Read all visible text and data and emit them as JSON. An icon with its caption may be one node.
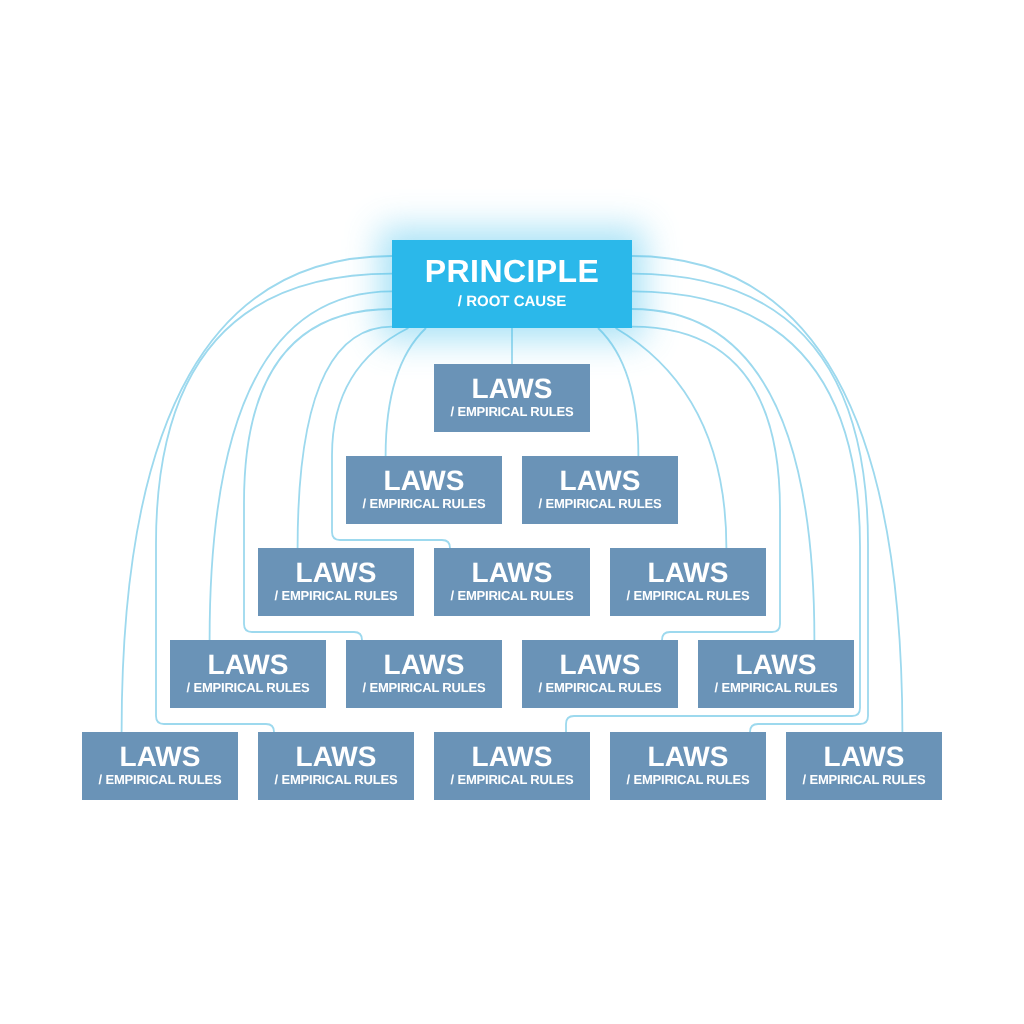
{
  "diagram": {
    "nodes": [
      {
        "text": [
          "PRINCIPLE",
          "/ ROOT CAUSE"
        ]
      },
      {
        "text": [
          "LAWS",
          "/ EMPIRICAL RULES"
        ]
      },
      {
        "text": [
          "LAWS",
          "/ EMPIRICAL RULES"
        ]
      },
      {
        "text": [
          "LAWS",
          "/ EMPIRICAL RULES"
        ]
      },
      {
        "text": [
          "LAWS",
          "/ EMPIRICAL RULES"
        ]
      },
      {
        "text": [
          "LAWS",
          "/ EMPIRICAL RULES"
        ]
      },
      {
        "text": [
          "LAWS",
          "/ EMPIRICAL RULES"
        ]
      },
      {
        "text": [
          "LAWS",
          "/ EMPIRICAL RULES"
        ]
      },
      {
        "text": [
          "LAWS",
          "/ EMPIRICAL RULES"
        ]
      },
      {
        "text": [
          "LAWS",
          "/ EMPIRICAL RULES"
        ]
      },
      {
        "text": [
          "LAWS",
          "/ EMPIRICAL RULES"
        ]
      },
      {
        "text": [
          "LAWS",
          "/ EMPIRICAL RULES"
        ]
      },
      {
        "text": [
          "LAWS",
          "/ EMPIRICAL RULES"
        ]
      },
      {
        "text": [
          "LAWS",
          "/ EMPIRICAL RULES"
        ]
      },
      {
        "text": [
          "LAWS",
          "/ EMPIRICAL RULES"
        ]
      },
      {
        "text": [
          "LAWS",
          "/ EMPIRICAL RULES"
        ]
      }
    ],
    "edges": [
      {
        "from": 0,
        "to": 1,
        "arrow": "none"
      },
      {
        "from": 0,
        "to": 2,
        "arrow": "none"
      },
      {
        "from": 0,
        "to": 3,
        "arrow": "none"
      },
      {
        "from": 0,
        "to": 4,
        "arrow": "none"
      },
      {
        "from": 0,
        "to": 5,
        "arrow": "none"
      },
      {
        "from": 0,
        "to": 6,
        "arrow": "none"
      },
      {
        "from": 0,
        "to": 7,
        "arrow": "none"
      },
      {
        "from": 0,
        "to": 8,
        "arrow": "none"
      },
      {
        "from": 0,
        "to": 9,
        "arrow": "none"
      },
      {
        "from": 0,
        "to": 10,
        "arrow": "none"
      },
      {
        "from": 0,
        "to": 11,
        "arrow": "none"
      },
      {
        "from": 0,
        "to": 12,
        "arrow": "none"
      },
      {
        "from": 0,
        "to": 13,
        "arrow": "none"
      },
      {
        "from": 0,
        "to": 14,
        "arrow": "none"
      },
      {
        "from": 0,
        "to": 15,
        "arrow": "none"
      }
    ]
  }
}
